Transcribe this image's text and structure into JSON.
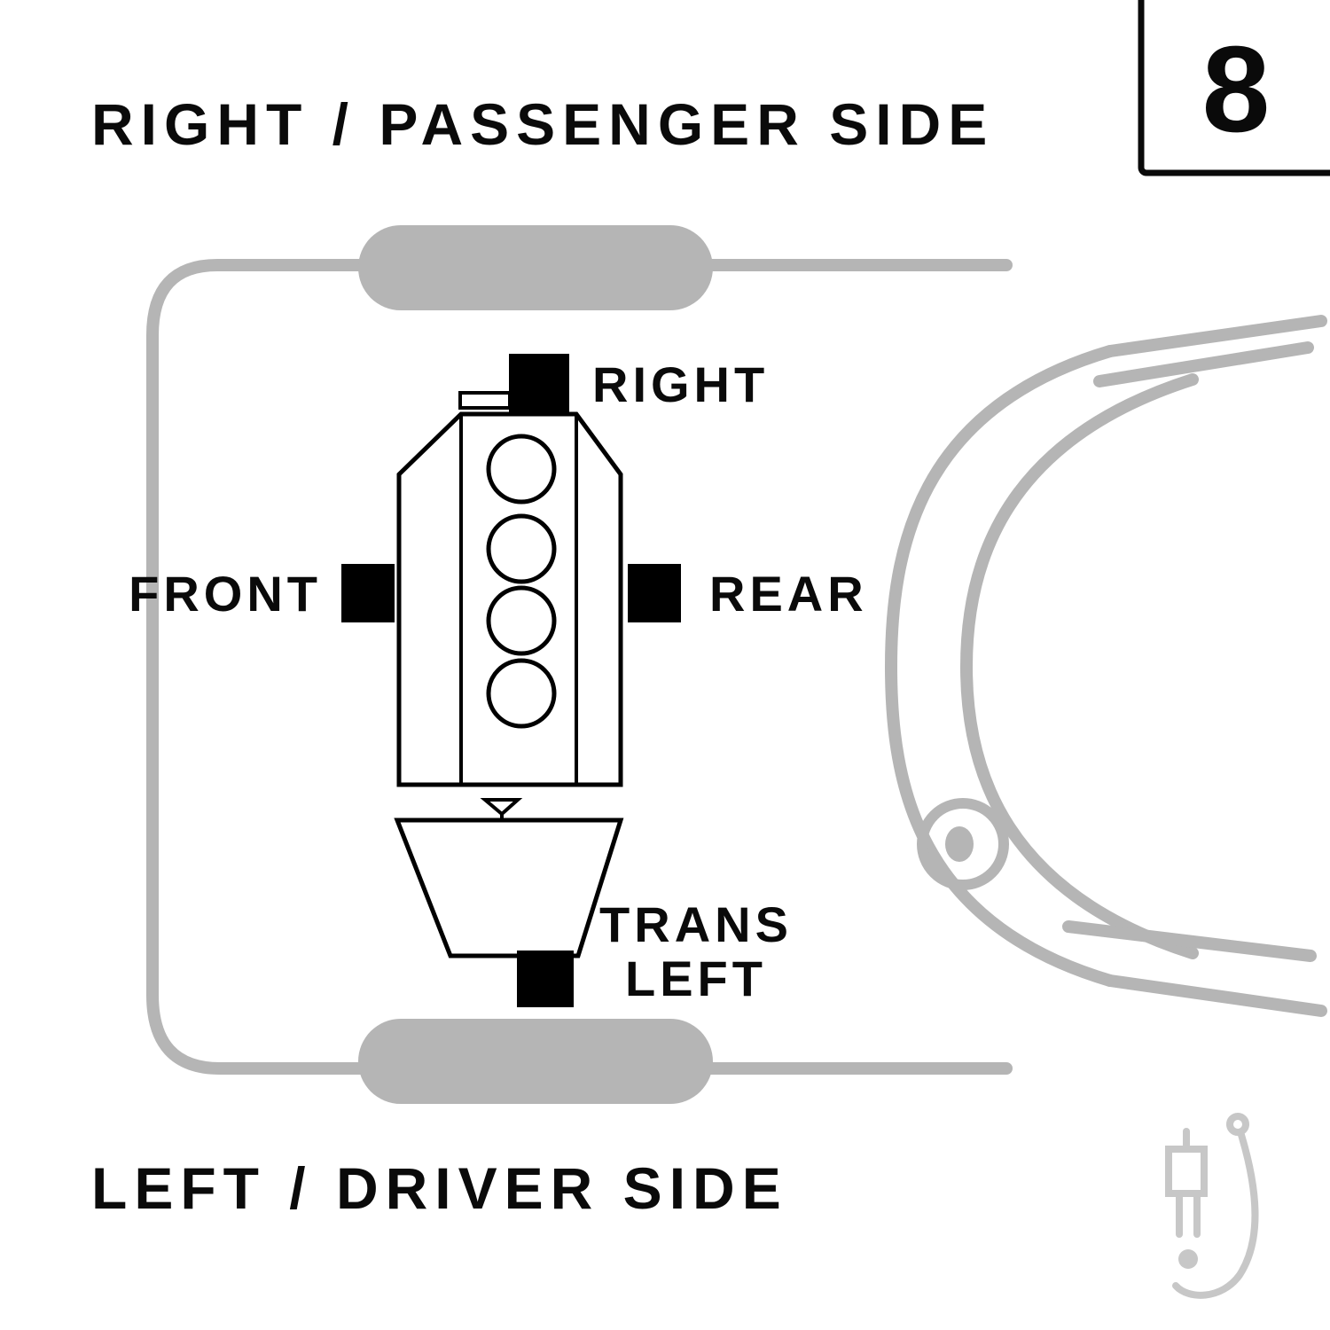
{
  "colors": {
    "diagram_gray": "#b5b5b5",
    "line_black": "#000000",
    "watermark_gray": "#c7c7c7"
  },
  "header": {
    "top_label": "RIGHT / PASSENGER SIDE",
    "bottom_label": "LEFT / DRIVER SIDE"
  },
  "page_number": {
    "value": "8"
  },
  "diagram": {
    "mount_labels": {
      "right": "RIGHT",
      "front": "FRONT",
      "rear": "REAR",
      "trans_line1": "TRANS",
      "trans_line2": "LEFT"
    }
  }
}
